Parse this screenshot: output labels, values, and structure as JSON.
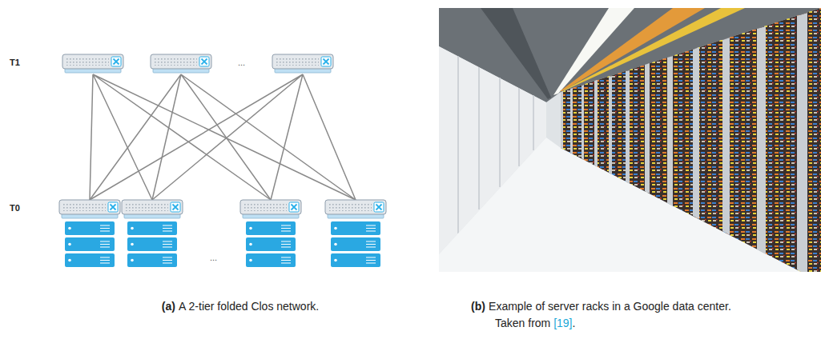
{
  "diagram": {
    "labels": [
      "T1",
      "...",
      "T0",
      "...",
      "(a)",
      "A 2-tier folded Clos network.",
      "(b)",
      "Example of server racks in a Google data center. Taken from",
      "[19]",
      "."
    ]
  }
}
